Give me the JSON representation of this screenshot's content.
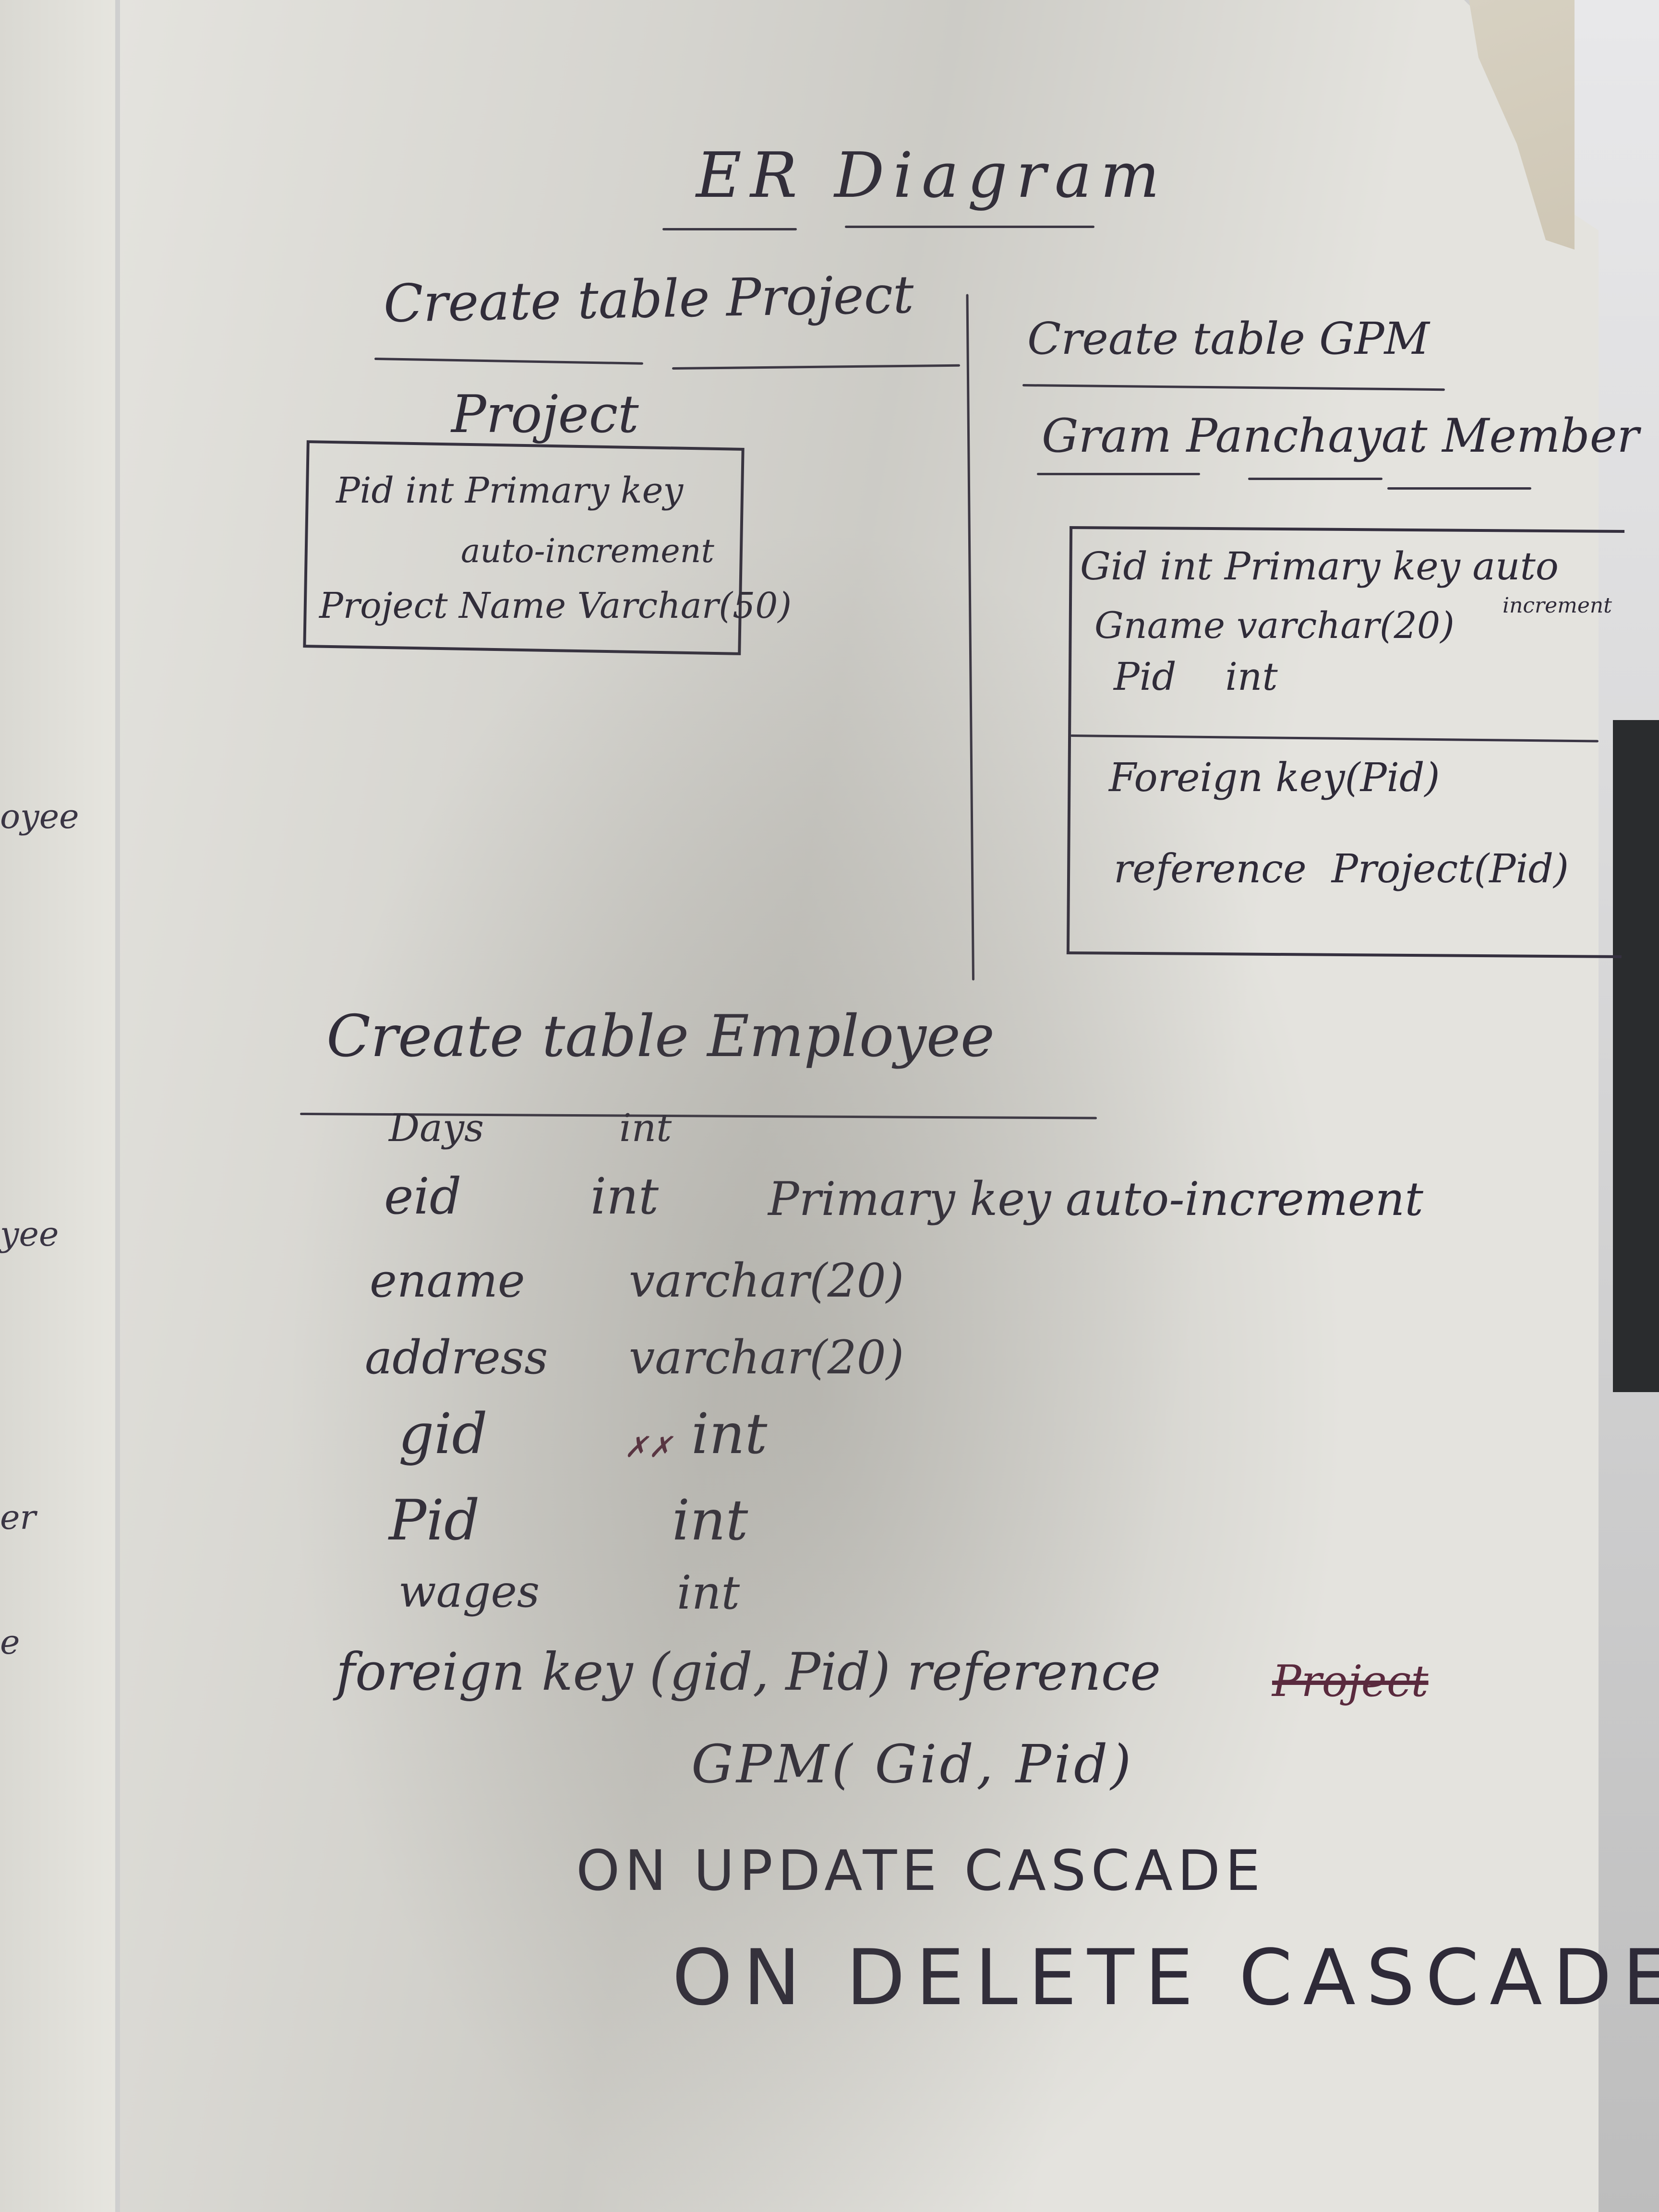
{
  "title": "ER Diagram",
  "project_section": {
    "heading": "Create table Project",
    "entity_name": "Project",
    "fields": [
      "Pid   int Primary key",
      "auto-increment",
      "Project Name Varchar(50)"
    ]
  },
  "gpm_section": {
    "heading": "Create table GPM",
    "entity_name": "Gram Panchayat Member",
    "fields": [
      "Gid int Primary key auto",
      "increment",
      "Gname  varchar(20)",
      "Pid    int"
    ],
    "constraints": [
      "Foreign key(Pid)",
      "reference  Project(Pid)"
    ]
  },
  "employee_section": {
    "heading": "Create table Employee",
    "columns": [
      {
        "name": "Days",
        "type": "int",
        "extra": ""
      },
      {
        "name": "eid",
        "type": "int",
        "extra": "Primary key auto-increment"
      },
      {
        "name": "ename",
        "type": "varchar(20)",
        "extra": ""
      },
      {
        "name": "address",
        "type": "varchar(20)",
        "extra": ""
      },
      {
        "name": "gid",
        "type": "int",
        "extra": ""
      },
      {
        "name": "Pid",
        "type": "int",
        "extra": ""
      },
      {
        "name": "wages",
        "type": "int",
        "extra": ""
      }
    ],
    "foreign_key": "foreign key (gid, Pid) reference",
    "reference_target": "GPM( Gid, Pid)",
    "on_update": "ON UPDATE CASCADE",
    "on_delete": "ON DELETE CASCADE"
  },
  "left_page_fragments": [
    "oyee",
    "yee",
    "er",
    "e"
  ]
}
